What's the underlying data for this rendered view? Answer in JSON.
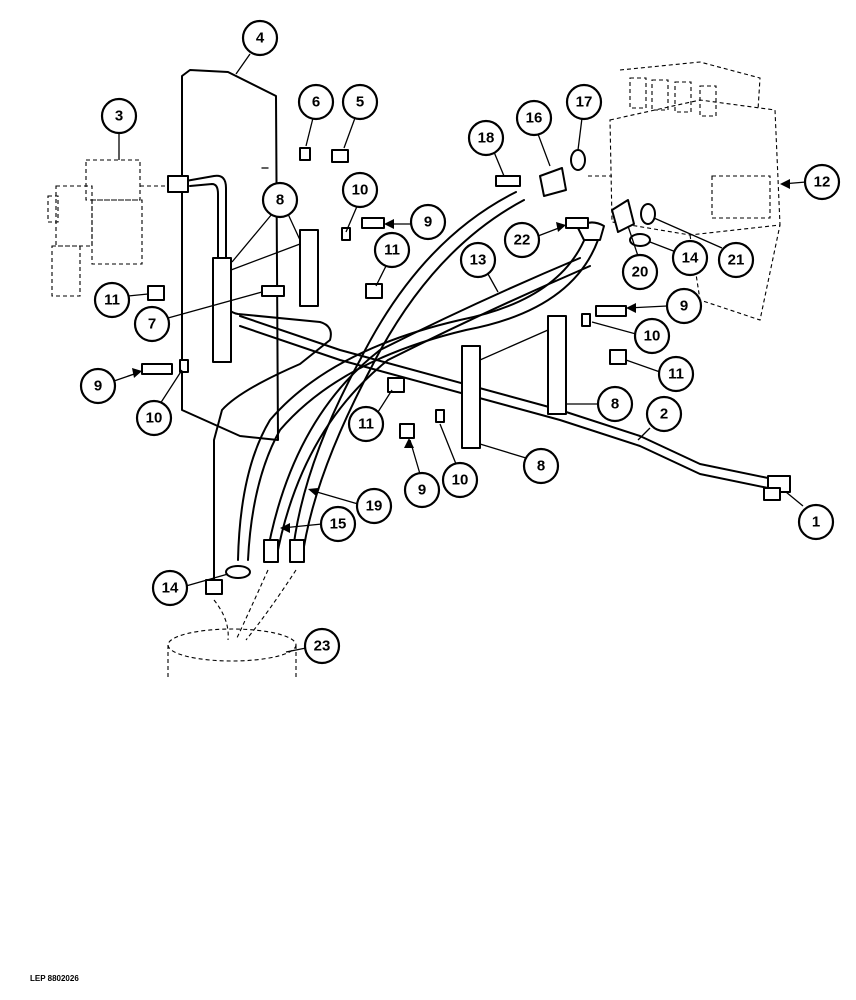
{
  "figure": {
    "reference_code": "LEP 8802026",
    "callouts": [
      "1",
      "2",
      "3",
      "4",
      "5",
      "6",
      "7",
      "8",
      "9",
      "10",
      "11",
      "12",
      "13",
      "14",
      "15",
      "16",
      "17",
      "18",
      "19",
      "20",
      "21",
      "22",
      "23"
    ]
  }
}
